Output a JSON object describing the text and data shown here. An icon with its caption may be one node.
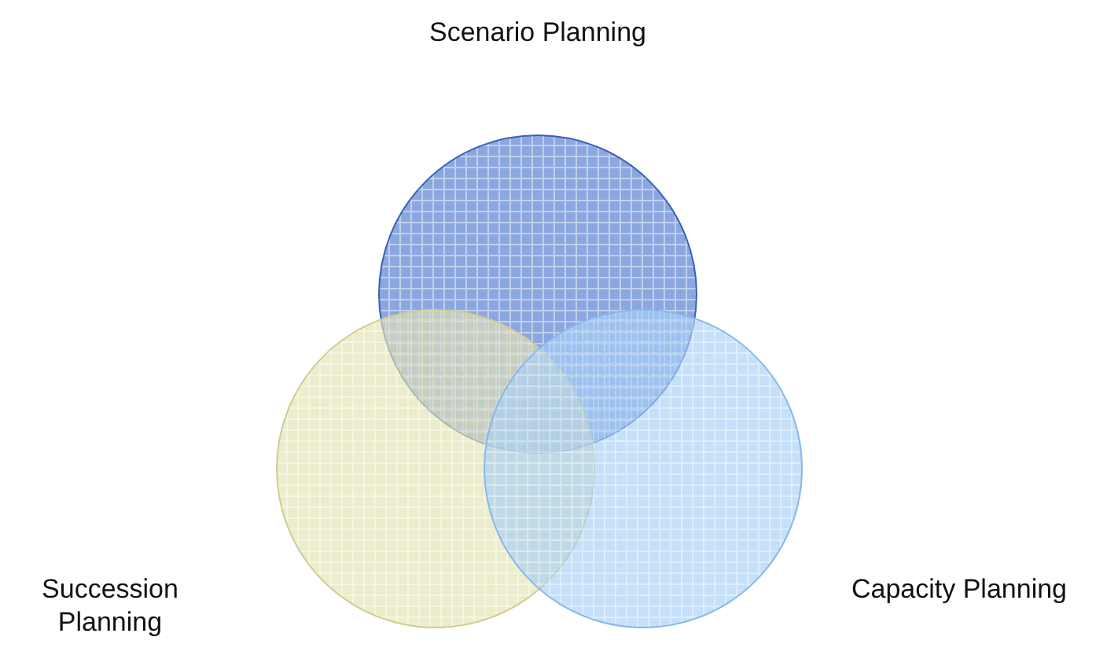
{
  "diagram": {
    "nodes": [
      {
        "text": [
          "Scenario Planning"
        ]
      },
      {
        "text": [
          "Succession Planning"
        ]
      },
      {
        "text": [
          "Capacity Planning"
        ]
      }
    ]
  }
}
